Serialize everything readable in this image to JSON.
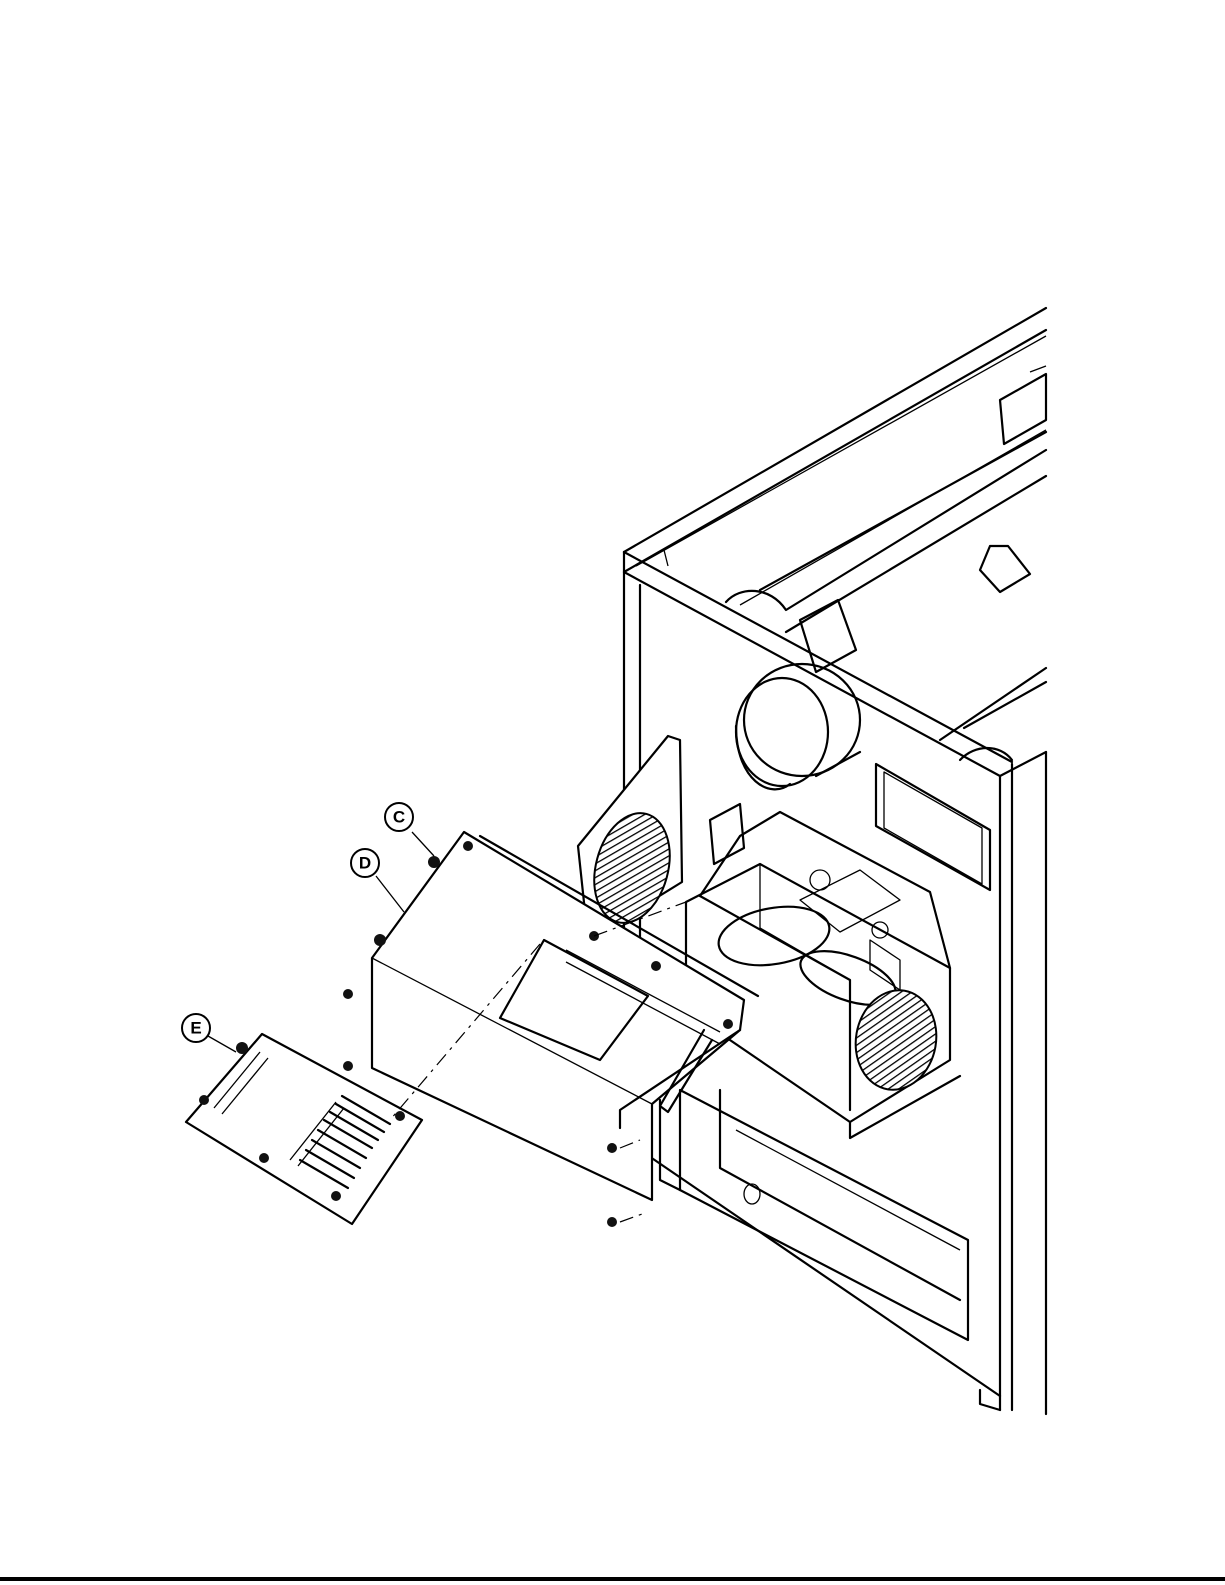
{
  "callouts": [
    {
      "id": "C",
      "label": "C"
    },
    {
      "id": "D",
      "label": "D"
    },
    {
      "id": "E",
      "label": "E"
    }
  ],
  "colors": {
    "line": "#000000",
    "background": "#ffffff"
  }
}
